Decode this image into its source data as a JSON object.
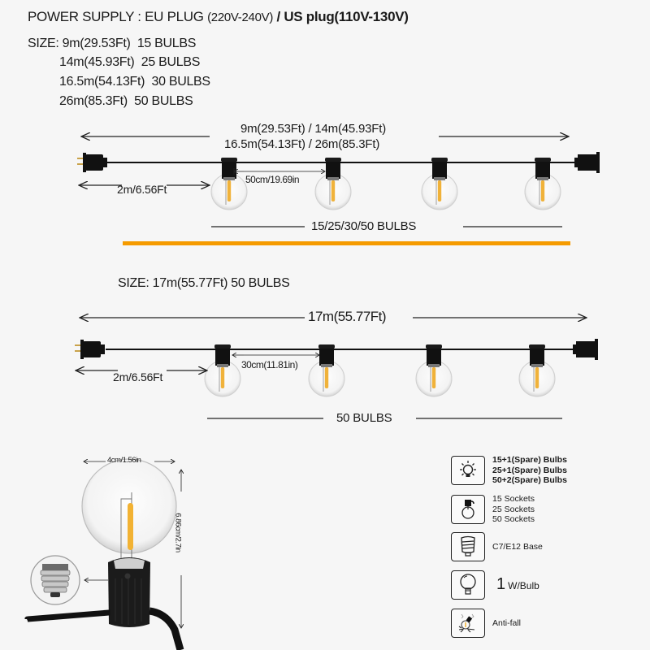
{
  "header": {
    "power_label": "POWER SUPPLY : EU PLUG",
    "eu_voltage": "(220V-240V)",
    "separator": " / ",
    "us_label": "US plug(110V-130V)"
  },
  "sizes_section": {
    "prefix": "SIZE:",
    "options": [
      {
        "length": "9m(29.53Ft)",
        "bulbs": "15 BULBS"
      },
      {
        "length": "14m(45.93Ft)",
        "bulbs": "25 BULBS"
      },
      {
        "length": "16.5m(54.13Ft)",
        "bulbs": "30 BULBS"
      },
      {
        "length": "26m(85.3Ft)",
        "bulbs": "50 BULBS"
      }
    ]
  },
  "diagram_1": {
    "total_length_line1": "9m(29.53Ft) / 14m(45.93Ft)",
    "total_length_line2": "16.5m(54.13Ft) / 26m(85.3Ft)",
    "lead_length": "2m/6.56Ft",
    "spacing": "50cm/19.69in",
    "bulb_count": "15/25/30/50 BULBS",
    "accent_color": "#f59b00"
  },
  "size_17m": {
    "label": "SIZE: 17m(55.77Ft)  50 BULBS"
  },
  "diagram_2": {
    "total_length": "17m(55.77Ft)",
    "lead_length": "2m/6.56Ft",
    "spacing": "30cm(11.81in)",
    "bulb_count": "50 BULBS"
  },
  "bulb_detail": {
    "width": "4cm/1.56in",
    "height": "6.86cm/2.7in",
    "filament_color": "#f2b233"
  },
  "specs": [
    {
      "icon": "light-bulb-rays-icon",
      "lines": [
        "15+1(Spare) Bulbs",
        "25+1(Spare) Bulbs",
        "50+2(Spare) Bulbs"
      ]
    },
    {
      "icon": "socket-bulb-icon",
      "lines": [
        "15 Sockets",
        "25 Sockets",
        "50 Sockets"
      ]
    },
    {
      "icon": "screw-base-icon",
      "lines": [
        "C7/E12 Base"
      ]
    },
    {
      "icon": "bulb-outline-icon",
      "watt_number": "1",
      "watt_unit": "W/Bulb"
    },
    {
      "icon": "shatterproof-bulb-icon",
      "lines": [
        "Anti-fall"
      ]
    }
  ]
}
